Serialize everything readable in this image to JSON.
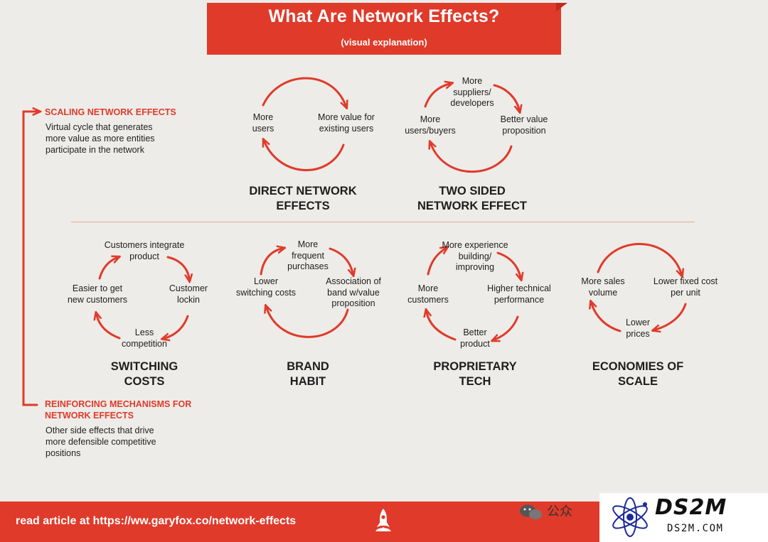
{
  "header": {
    "title": "What Are Network Effects?",
    "subtitle": "(visual explanation)"
  },
  "sidebar": {
    "scaling_heading": "SCALING NETWORK EFFECTS",
    "scaling_desc": "Virtual cycle that generates more value as more entities participate in the network",
    "reinforcing_heading_line1": "REINFORCING MECHANISMS FOR",
    "reinforcing_heading_line2": "NETWORK EFFECTS",
    "reinforcing_desc": "Other side effects that drive more defensible competitive positions"
  },
  "cycles": {
    "direct": {
      "title1": "DIRECT NETWORK",
      "title2": "EFFECTS",
      "left1": "More",
      "left2": "users",
      "right1": "More value for",
      "right2": "existing users"
    },
    "two_sided": {
      "title1": "TWO SIDED",
      "title2": "NETWORK EFFECT",
      "top1": "More",
      "top2": "suppliers/",
      "top3": "developers",
      "left1": "More",
      "left2": "users/buyers",
      "right1": "Better value",
      "right2": "proposition"
    },
    "switching": {
      "title1": "SWITCHING",
      "title2": "COSTS",
      "top1": "Customers integrate",
      "top2": "product",
      "left1": "Easier to get",
      "left2": "new customers",
      "right1": "Customer",
      "right2": "lockin",
      "bottom1": "Less",
      "bottom2": "competition"
    },
    "brand": {
      "title1": "BRAND",
      "title2": "HABIT",
      "top1": "More",
      "top2": "frequent",
      "top3": "purchases",
      "left1": "Lower",
      "left2": "switching costs",
      "right1": "Association of",
      "right2": "band w/value",
      "right3": "proposition"
    },
    "proprietary": {
      "title1": "PROPRIETARY",
      "title2": "TECH",
      "top1": "More experience",
      "top2": "building/",
      "top3": "improving",
      "left1": "More",
      "left2": "customers",
      "right1": "Higher technical",
      "right2": "performance",
      "bottom1": "Better",
      "bottom2": "product"
    },
    "economies": {
      "title1": "ECONOMIES OF",
      "title2": "SCALE",
      "left1": "More sales",
      "left2": "volume",
      "right1": "Lower fixed cost",
      "right2": "per unit",
      "bottom1": "Lower",
      "bottom2": "prices"
    }
  },
  "footer": {
    "text": "read article at https://ww.garyfox.co/network-effects"
  },
  "watermark": {
    "wechat_text": "公众",
    "brand_big": "DS2M",
    "brand_small": "DS2M.COM"
  },
  "colors": {
    "accent": "#e03a2a",
    "background": "#edece8"
  }
}
